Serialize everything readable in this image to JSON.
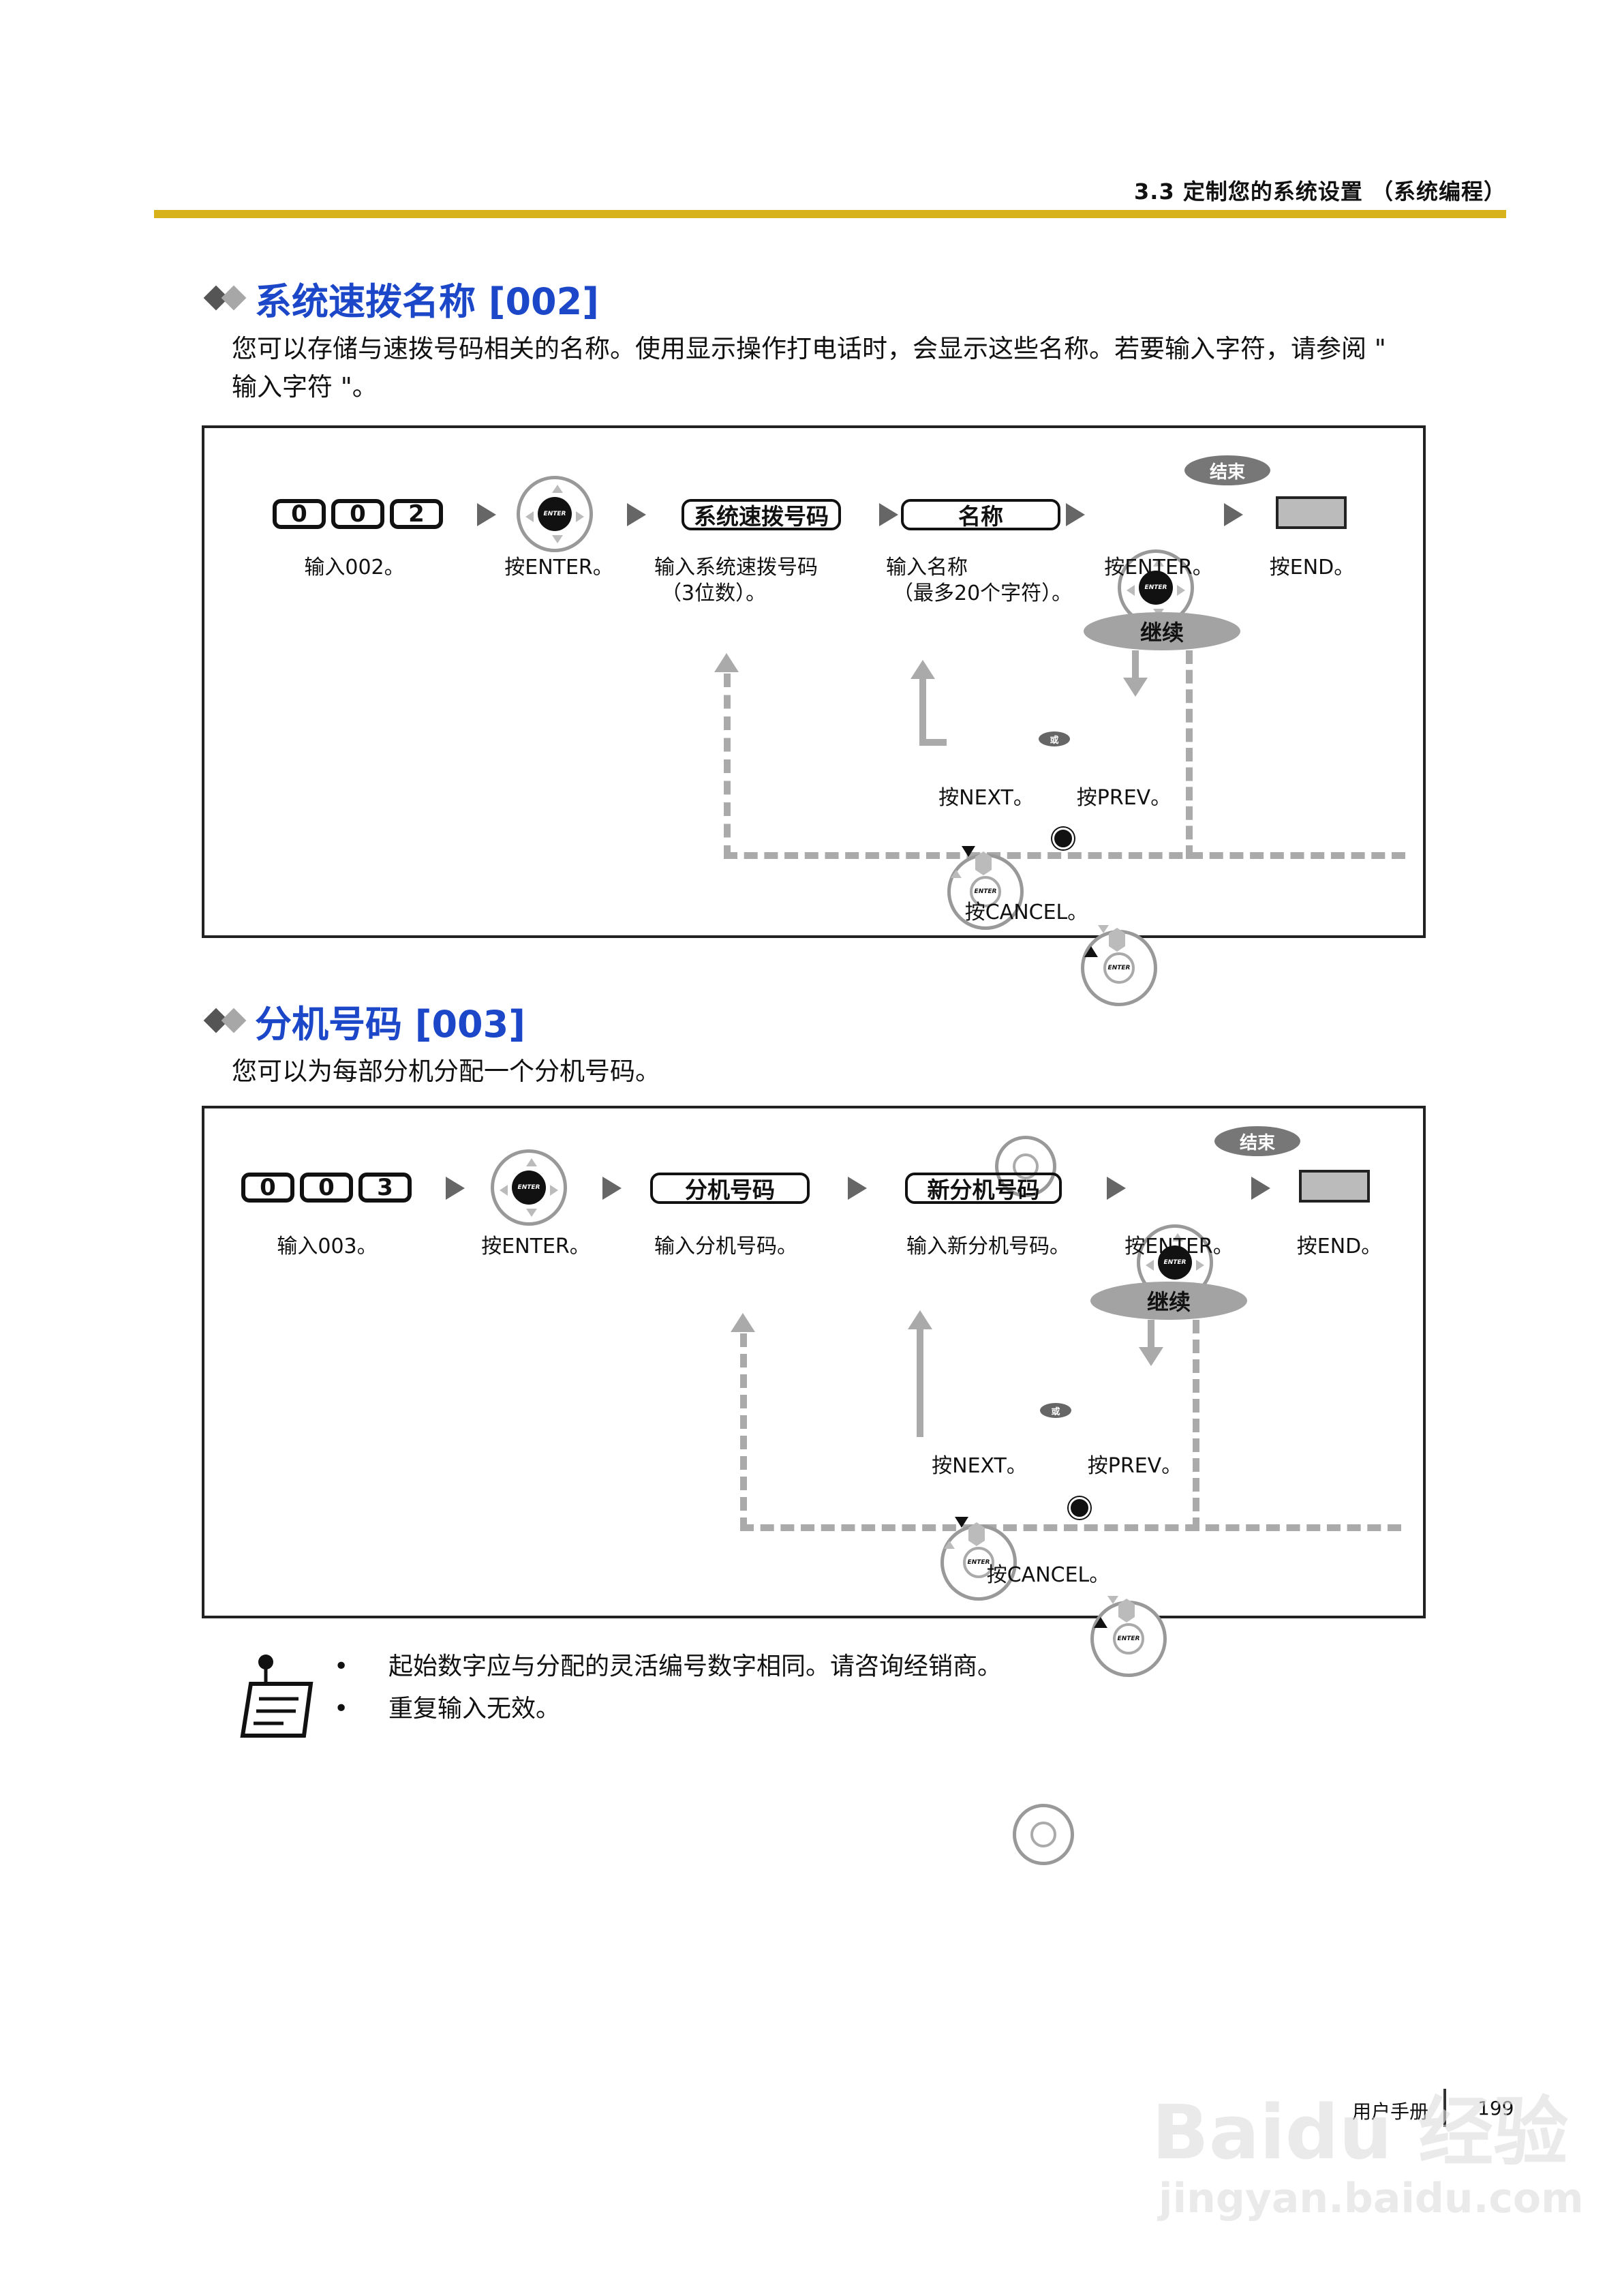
{
  "header": {
    "title": "3.3 定制您的系统设置 （系统编程）"
  },
  "section1": {
    "title": "系统速拨名称 [002]",
    "desc_line1": "您可以存储与速拨号码相关的名称。使用显示操作打电话时，会显示这些名称。若要输入字符，请参阅 \"",
    "desc_line2": "输入字符 \"。",
    "keys": [
      "0",
      "0",
      "2"
    ],
    "enter_core": "ENTER",
    "box1": "系统速拨号码",
    "box2": "名称",
    "end_oval": "结束",
    "continue_oval": "继续",
    "or_label": "或",
    "step1_label": "输入002。",
    "step2_label": "按ENTER。",
    "step3_label_line1": "输入系统速拨号码",
    "step3_label_line2": "（3位数）。",
    "step4_label_line1": "输入名称",
    "step4_label_line2": "（最多20个字符）。",
    "step5_label": "按ENTER。",
    "step6_label": "按END。",
    "next_label": "按NEXT。",
    "prev_label": "按PREV。",
    "cancel_label": "按CANCEL。"
  },
  "section2": {
    "title": "分机号码 [003]",
    "desc": "您可以为每部分机分配一个分机号码。",
    "keys": [
      "0",
      "0",
      "3"
    ],
    "enter_core": "ENTER",
    "box1": "分机号码",
    "box2": "新分机号码",
    "end_oval": "结束",
    "continue_oval": "继续",
    "or_label": "或",
    "step1_label": "输入003。",
    "step2_label": "按ENTER。",
    "step3_label": "输入分机号码。",
    "step4_label": "输入新分机号码。",
    "step5_label": "按ENTER。",
    "step6_label": "按END。",
    "next_label": "按NEXT。",
    "prev_label": "按PREV。",
    "cancel_label": "按CANCEL。"
  },
  "notes": [
    "起始数字应与分配的灵活编号数字相同。请咨询经销商。",
    "重复输入无效。"
  ],
  "footer": {
    "manual": "用户手册",
    "page": "199"
  },
  "watermark": {
    "brand": "Bai",
    "brand_tail": "du 经验",
    "url": "jingyan.baidu.com"
  }
}
